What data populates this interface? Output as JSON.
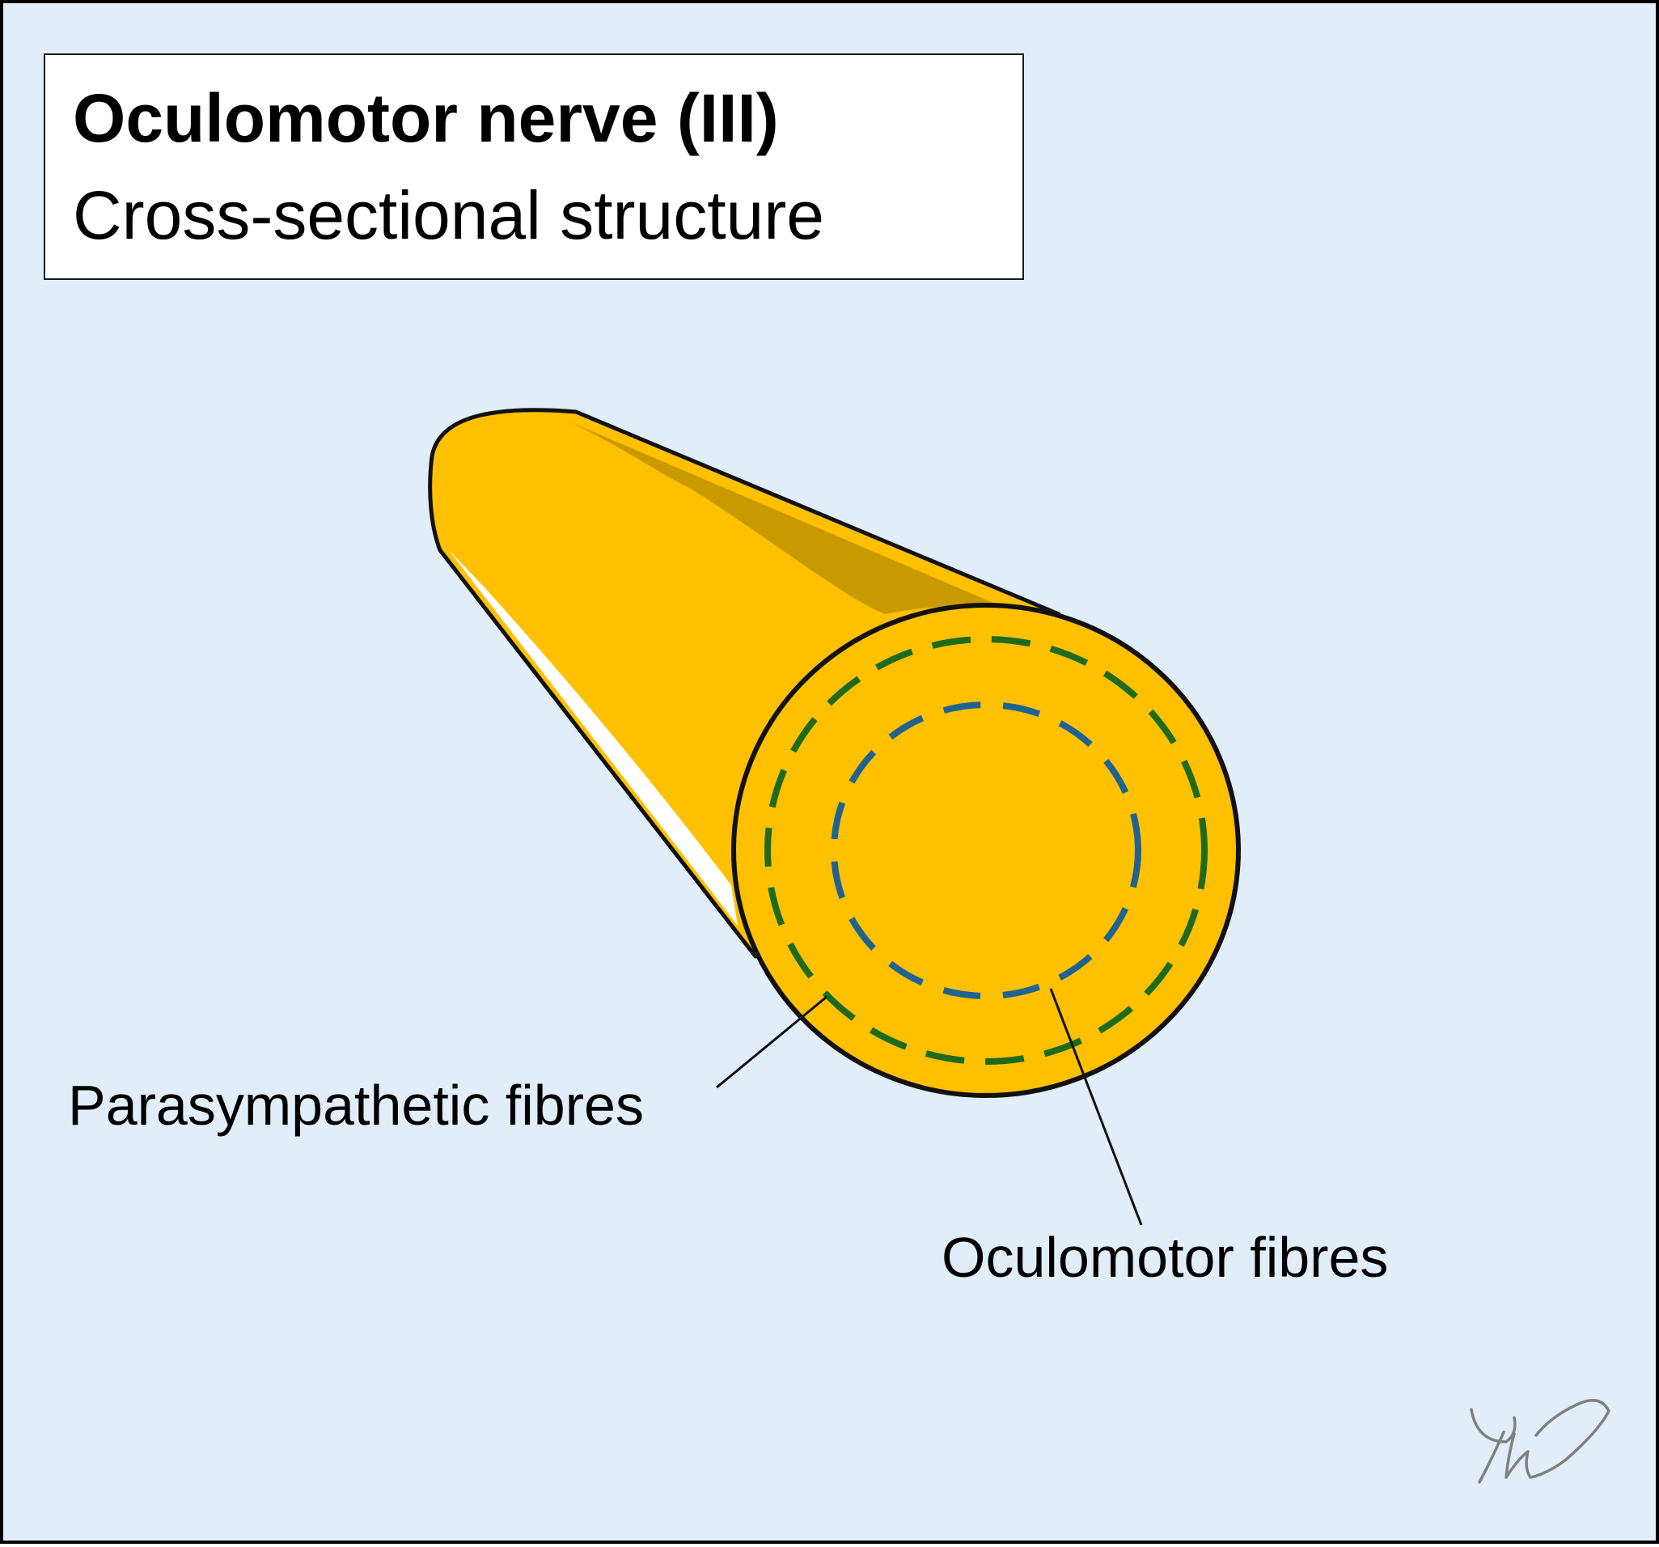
{
  "title": "Oculomotor nerve (III)",
  "subtitle": "Cross-sectional structure",
  "labels": {
    "parasympathetic": "Parasympathetic fibres",
    "oculomotor": "Oculomotor fibres"
  },
  "signature": "TW",
  "colors": {
    "background": "#e1eef9",
    "nerve_fill": "#ffc000",
    "nerve_shadow": "#c99a00",
    "parasympathetic_ring": "#1e6b1e",
    "oculomotor_ring": "#1f6391",
    "outline": "#111111"
  }
}
